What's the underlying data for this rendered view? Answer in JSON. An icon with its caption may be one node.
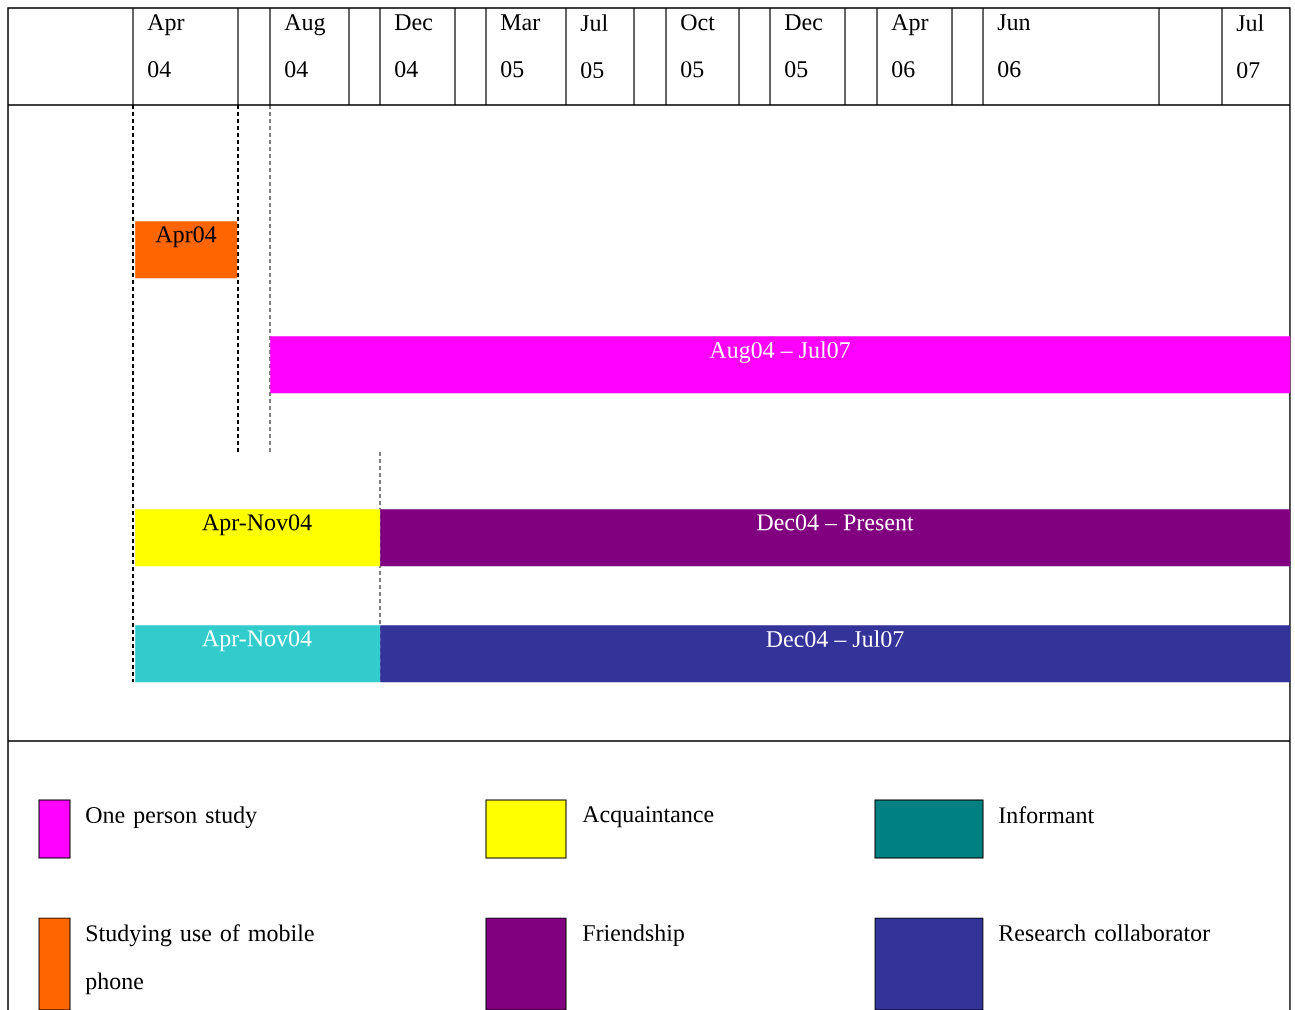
{
  "diagram": {
    "nodes": [
      {
        "text": [
          "Apr04"
        ]
      },
      {
        "text": [
          "Aug04 – Jul07"
        ]
      },
      {
        "text": [
          "Apr-Nov04"
        ]
      },
      {
        "text": [
          "Dec04 – Present"
        ]
      },
      {
        "text": [
          "Apr-Nov04"
        ]
      },
      {
        "text": [
          "Dec04 – Jul07"
        ]
      }
    ],
    "edges": [],
    "labels": [
      "Apr 04",
      "Aug 04",
      "Dec 04",
      "Mar 05",
      "Jul 05",
      "Oct 05",
      "Dec 05",
      "Apr 06",
      "Jun 06",
      "Jul 07"
    ],
    "legend": [
      {
        "text": "One person study",
        "color": "#ff00ff"
      },
      {
        "text": "Acquaintance",
        "color": "#ffff00"
      },
      {
        "text": "Informant",
        "color": "#008080"
      },
      {
        "text": "Studying use of mobile phone",
        "color": "#ff6600"
      },
      {
        "text": "Friendship",
        "color": "#800080"
      },
      {
        "text": "Research collaborator",
        "color": "#333399"
      }
    ]
  }
}
